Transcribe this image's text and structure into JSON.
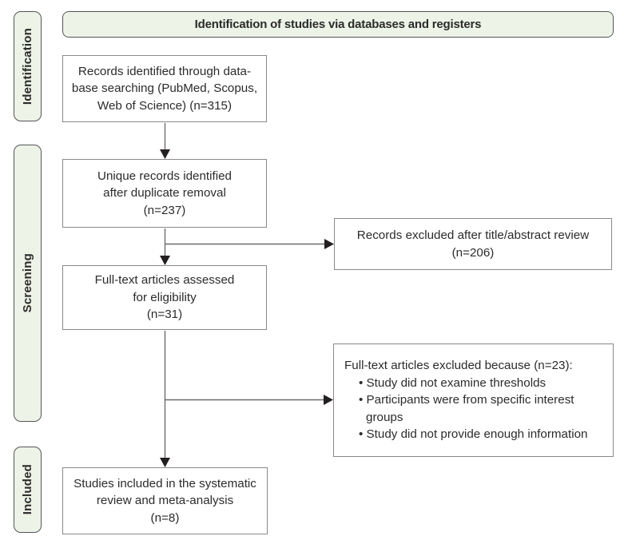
{
  "diagram": {
    "header": "Identification of studies via databases and registers",
    "stages": {
      "identification": "Identification",
      "screening": "Screening",
      "included": "Included"
    },
    "boxes": {
      "records_identified": "Records identified through data-\nbase searching (PubMed, Scopus,\nWeb of Science) (n=315)",
      "unique_records": "Unique records identified\nafter duplicate removal\n(n=237)",
      "fulltext_assessed": "Full-text articles assessed\nfor eligibility\n(n=31)",
      "studies_included": "Studies included in the systematic\nreview and meta-analysis\n(n=8)",
      "records_excluded": "Records excluded after title/abstract review\n(n=206)",
      "fulltext_excluded": {
        "title": "Full-text articles excluded because (n=23):",
        "items": [
          "• Study did not examine thresholds",
          "• Participants were from specific interest\ngroups",
          "• Study did not provide enough information"
        ]
      }
    },
    "colors": {
      "stage_fill": "#edf3e6",
      "stage_border": "#55565a",
      "box_border": "#87898c",
      "text": "#2b2b2b",
      "arrow_line": "#6b6c6e",
      "arrow_head": "#231f20"
    }
  }
}
